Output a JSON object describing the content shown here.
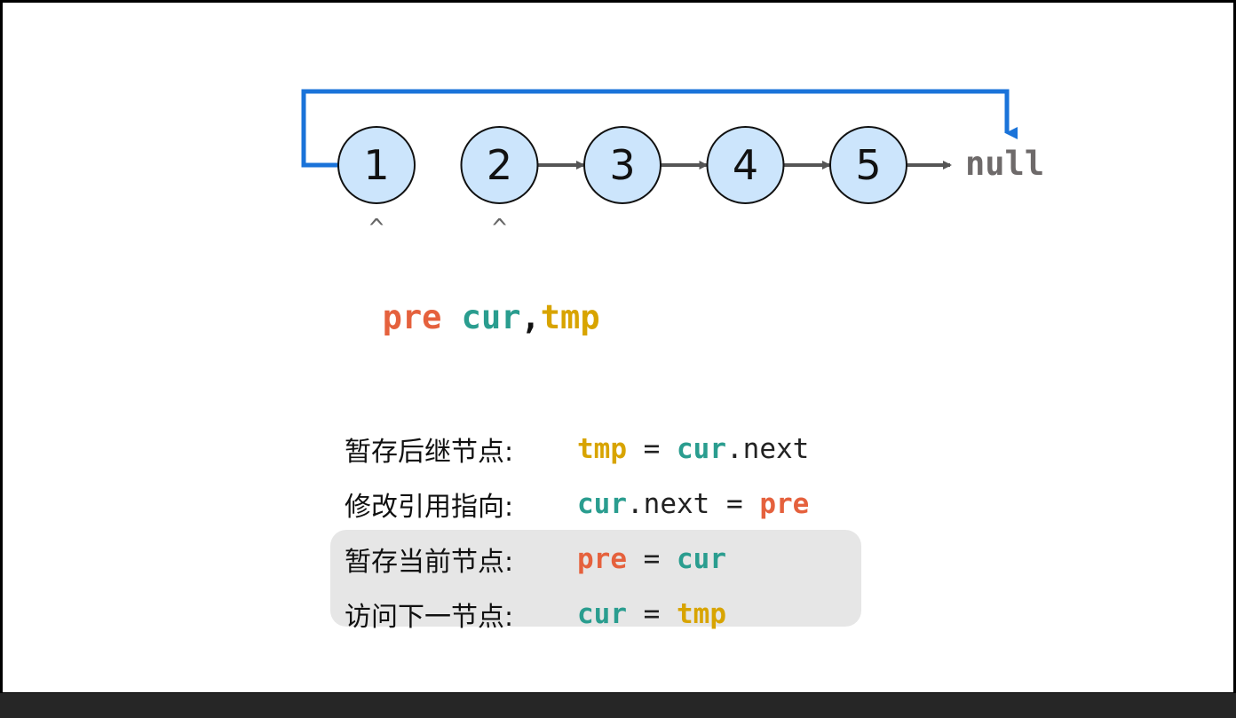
{
  "colors": {
    "pre": "#e5613d",
    "cur": "#2a9d8f",
    "tmp": "#d8a400",
    "node_fill": "#cce5fc",
    "arrow": "#555555",
    "reverse_arrow": "#1a73d9",
    "null_text": "#6e6a6a",
    "highlight_bg": "#e6e6e6"
  },
  "nodes": [
    "1",
    "2",
    "3",
    "4",
    "5"
  ],
  "null_label": "null",
  "links": [
    [
      1,
      2
    ],
    [
      2,
      3
    ],
    [
      3,
      4
    ]
  ],
  "pointer_markers": [
    {
      "node_index": 0,
      "glyph": "^"
    },
    {
      "node_index": 1,
      "glyph": "^"
    }
  ],
  "pointer_label": {
    "pre": "pre",
    "sep1": " ",
    "cur": "cur",
    "sep2": ",",
    "tmp": "tmp"
  },
  "steps": [
    {
      "label": "暂存后继节点:",
      "parts": [
        {
          "t": "tmp",
          "c": "tmp"
        },
        {
          "t": " = ",
          "c": ""
        },
        {
          "t": "cur",
          "c": "cur"
        },
        {
          "t": ".next",
          "c": ""
        }
      ],
      "highlighted": false
    },
    {
      "label": "修改引用指向:",
      "parts": [
        {
          "t": "cur",
          "c": "cur"
        },
        {
          "t": ".next = ",
          "c": ""
        },
        {
          "t": "pre",
          "c": "pre"
        }
      ],
      "highlighted": false
    },
    {
      "label": "暂存当前节点:",
      "parts": [
        {
          "t": "pre",
          "c": "pre"
        },
        {
          "t": " = ",
          "c": ""
        },
        {
          "t": "cur",
          "c": "cur"
        }
      ],
      "highlighted": true
    },
    {
      "label": "访问下一节点:",
      "parts": [
        {
          "t": "cur",
          "c": "cur"
        },
        {
          "t": " = ",
          "c": ""
        },
        {
          "t": "tmp",
          "c": "tmp"
        }
      ],
      "highlighted": true
    }
  ]
}
